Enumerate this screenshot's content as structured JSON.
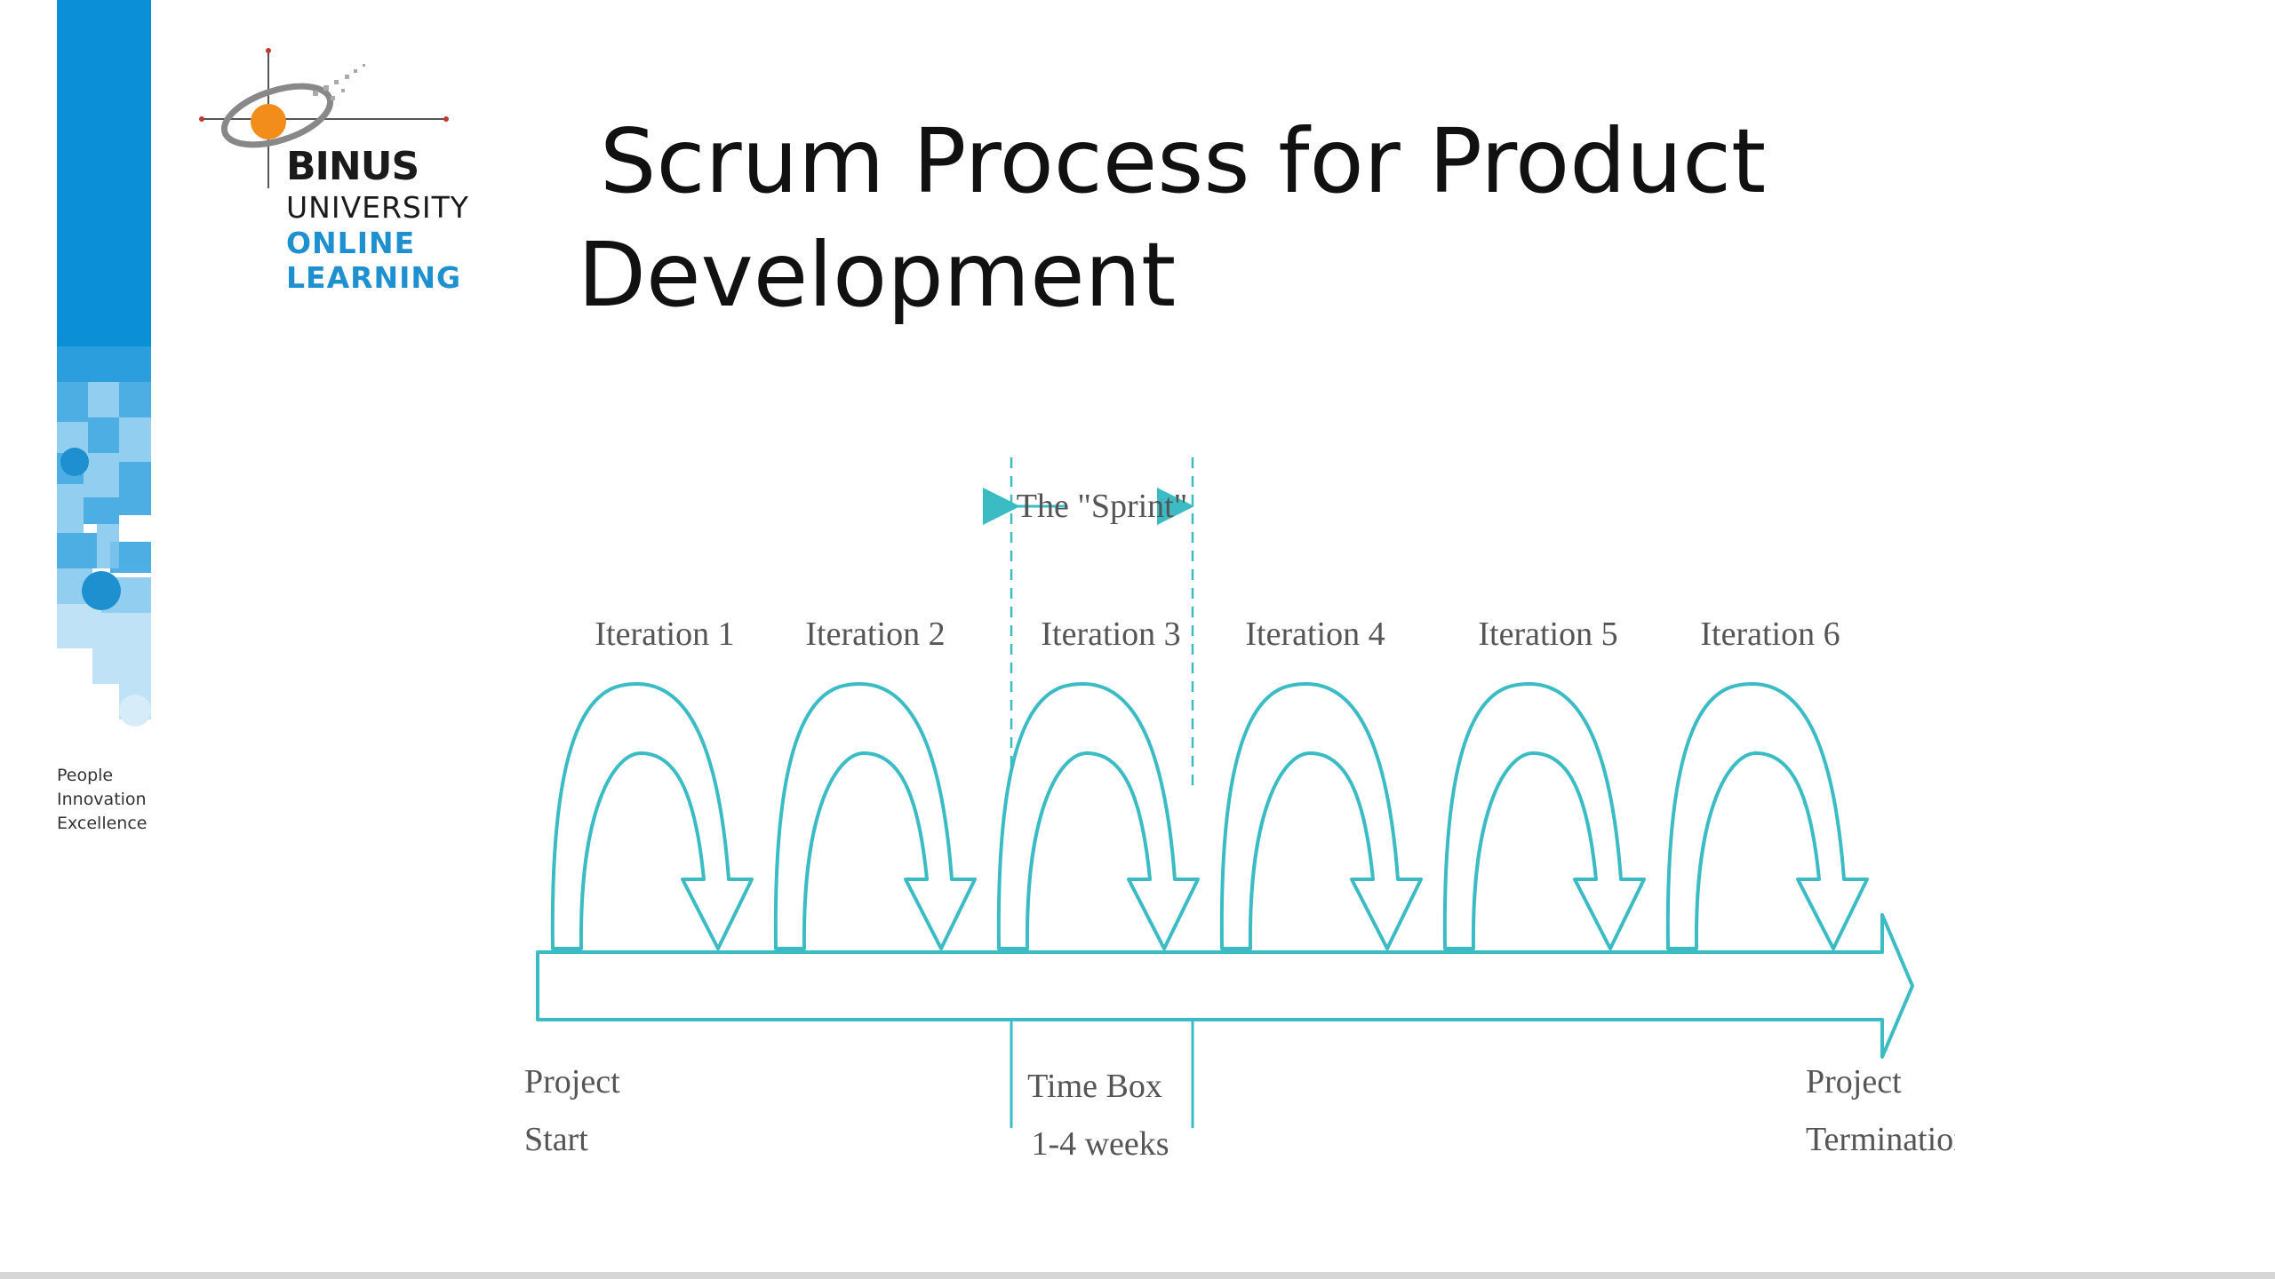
{
  "slide": {
    "title_line1": "Scrum Process for Product",
    "title_line2": "Development"
  },
  "logo": {
    "name": "BINUS",
    "line2": "UNIVERSITY",
    "line3": "ONLINE",
    "line4": "LEARNING",
    "icon": "binus-globe-icon"
  },
  "tagline": [
    "People",
    "Innovation",
    "Excellence"
  ],
  "diagram": {
    "sprint_label": "The \"Sprint\"",
    "iterations": [
      "Iteration 1",
      "Iteration 2",
      "Iteration 3",
      "Iteration 4",
      "Iteration 5",
      "Iteration 6"
    ],
    "start_label": [
      "Project",
      "Start"
    ],
    "timebox_label": [
      "Time Box",
      "1-4 weeks"
    ],
    "end_label": [
      "Project",
      "Termination"
    ]
  },
  "colors": {
    "accent_blue": "#0b8fd6",
    "diagram_cyan": "#3bbcc4",
    "text_dark": "#111111",
    "logo_orange": "#f28c1b"
  }
}
